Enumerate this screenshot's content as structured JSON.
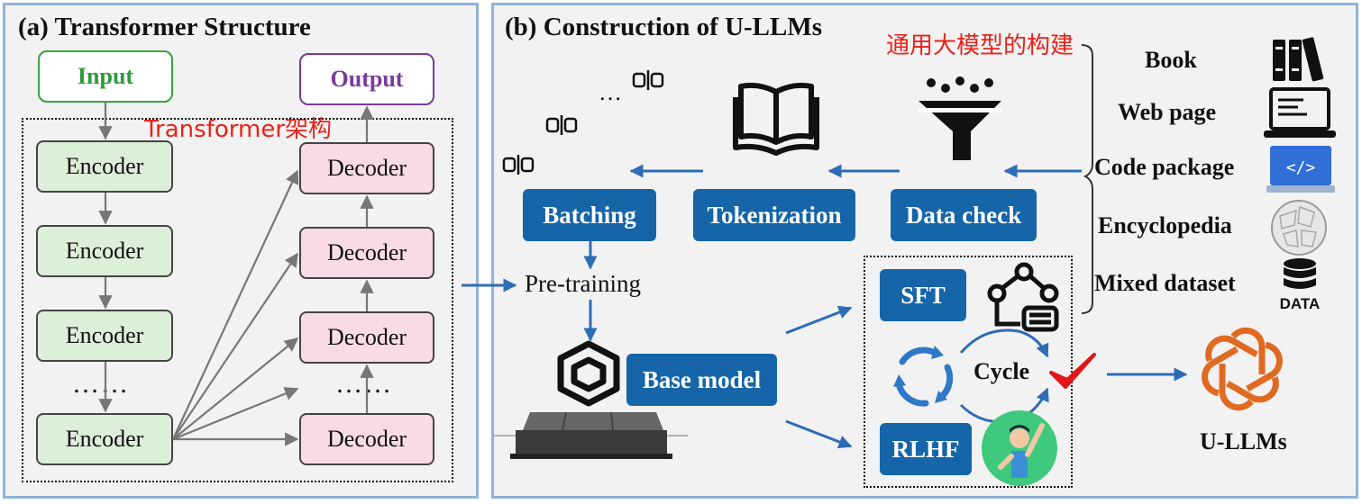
{
  "panel_a": {
    "title": "(a) Transformer Structure",
    "annotation_cn": "Transformer架构",
    "input_label": "Input",
    "output_label": "Output",
    "encoders": [
      "Encoder",
      "Encoder",
      "Encoder",
      "Encoder"
    ],
    "decoders": [
      "Decoder",
      "Decoder",
      "Decoder",
      "Decoder"
    ],
    "ellipsis": "……"
  },
  "panel_b": {
    "title": "(b) Construction of U-LLMs",
    "annotation_cn": "通用大模型的构建",
    "steps": {
      "batching": "Batching",
      "tokenization": "Tokenization",
      "data_check": "Data check",
      "pretraining": "Pre-training",
      "base_model": "Base model",
      "sft": "SFT",
      "rlhf": "RLHF",
      "cycle": "Cycle",
      "result": "U-LLMs"
    },
    "token_dots": "…",
    "data_sources": [
      "Book",
      "Web page",
      "Code package",
      "Encyclopedia",
      "Mixed dataset"
    ],
    "data_icon_text": "DATA",
    "colors": {
      "step_blue": "#1565a8",
      "arrow_blue": "#2e6db5",
      "check_red": "#e3151b",
      "logo_orange": "#e06a22"
    }
  }
}
